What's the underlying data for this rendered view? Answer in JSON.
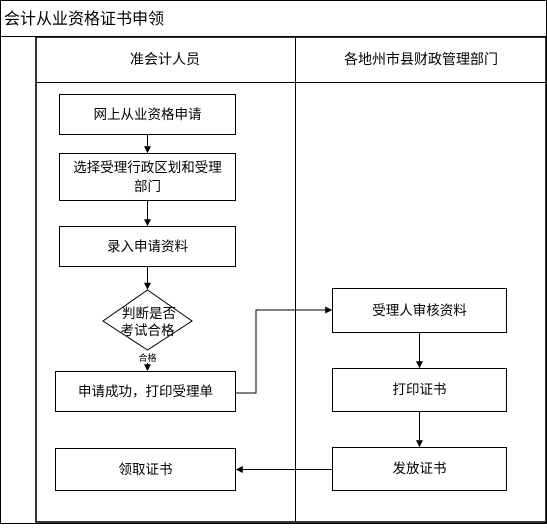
{
  "diagram": {
    "title": "会计从业资格证书申领",
    "lanes": [
      {
        "label": "准会计人员"
      },
      {
        "label": "各地州市县财政管理部门"
      }
    ],
    "nodes": {
      "online_apply": "网上从业资格申请",
      "choose_line1": "选择受理行政区划和受理",
      "choose_line2": "部门",
      "enter_data": "录入申请资料",
      "judge_line1": "判断是否",
      "judge_line2": "考试合格",
      "apply_success": "申请成功，打印受理单",
      "collect_cert": "领取证书",
      "review": "受理人审核资料",
      "print_cert": "打印证书",
      "issue_cert": "发放证书"
    },
    "edge_labels": {
      "pass": "合格"
    }
  }
}
